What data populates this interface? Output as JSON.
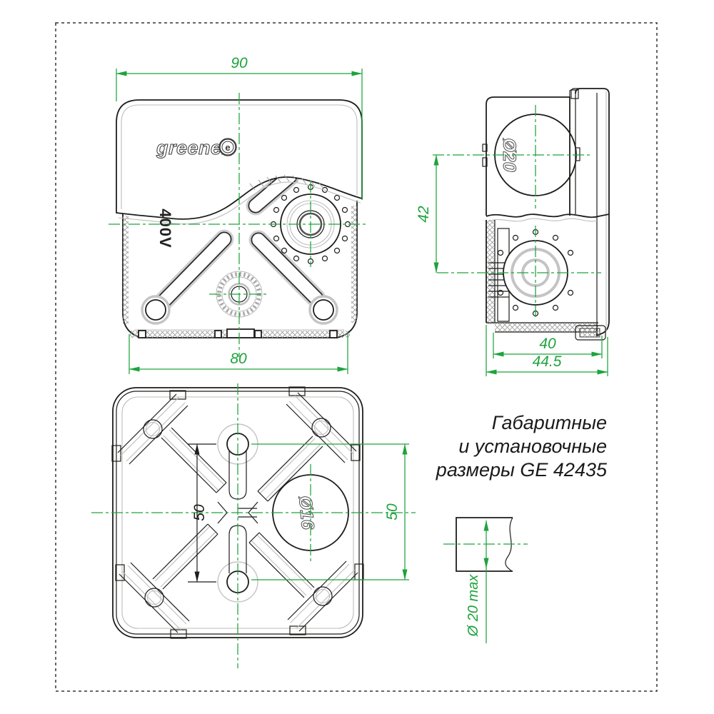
{
  "drawing": {
    "caption": {
      "line1": "Габаритные",
      "line2": "и установочные",
      "line3": "размеры GE 42435"
    },
    "front_view": {
      "logo_text": "greenel",
      "logo_emblem": "e",
      "voltage_label": "400V",
      "dim_lid_width": "90",
      "dim_body_width": "80"
    },
    "side_view": {
      "dim_knockout_diameter": "Ø20",
      "dim_knockout_spacing": "42",
      "dim_inner_depth": "40",
      "dim_overall_depth": "44.5"
    },
    "bottom_view": {
      "dim_mount_spacing": "50",
      "dim_mount_spacing_right": "50",
      "dim_boss_diameter": "Ø16"
    },
    "detail_view": {
      "dim_cable_max": "Ø 20 max"
    },
    "colors": {
      "dimension_green": "#1ea33c",
      "line_dark": "#1d1d1b",
      "line_grey": "#bdbdbd"
    }
  }
}
